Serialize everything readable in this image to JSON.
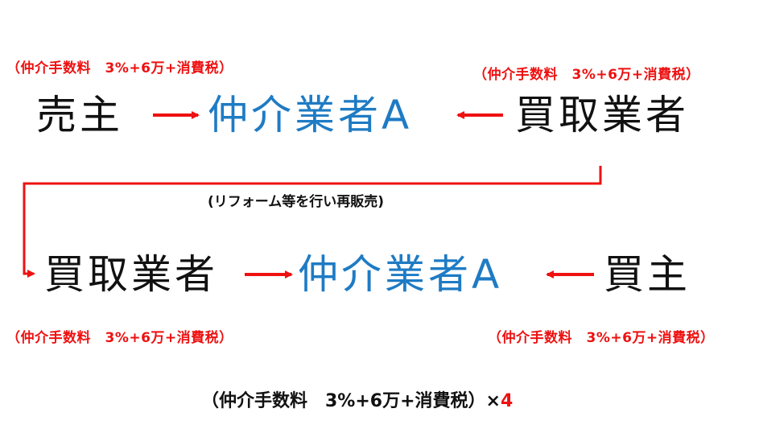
{
  "row1": {
    "fee_left": "（仲介手数料　3%+6万+消費税）",
    "fee_right": "（仲介手数料　3%+6万+消費税）",
    "seller": "売主",
    "agent": "仲介業者A",
    "buyer": "買取業者"
  },
  "note": "(リフォーム等を行い再販売)",
  "row2": {
    "seller": "買取業者",
    "agent": "仲介業者A",
    "buyer": "買主",
    "fee_left": "（仲介手数料　3%+6万+消費税）",
    "fee_right": "（仲介手数料　3%+6万+消費税）"
  },
  "formula": {
    "text": "（仲介手数料　3%+6万+消費税）×",
    "multiplier": "4"
  },
  "colors": {
    "arrow": "#ee1111",
    "agent": "#1e7bc4",
    "party": "#111111"
  }
}
